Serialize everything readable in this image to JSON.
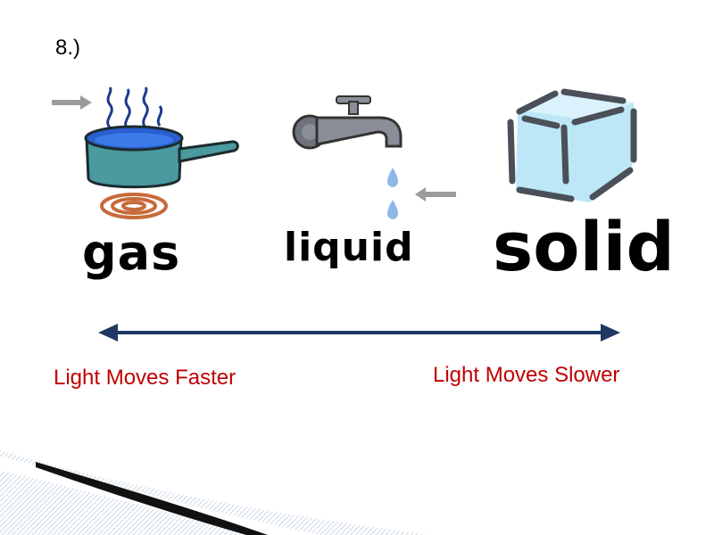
{
  "slide": {
    "number": "8.)",
    "states": {
      "gas": "gas",
      "liquid": "liquid",
      "solid": "solid"
    },
    "captions": {
      "left": "Light Moves Faster",
      "right": "Light Moves Slower"
    },
    "colors": {
      "caption": "#c00000",
      "arrow": "#1f3864",
      "pot": "#4a9aa0",
      "water": "#2a5fd0",
      "ice": "#bde7f6",
      "drop": "#8fb8e8",
      "burner": "#c86a3a",
      "pointer": "#9c9c9c"
    }
  }
}
